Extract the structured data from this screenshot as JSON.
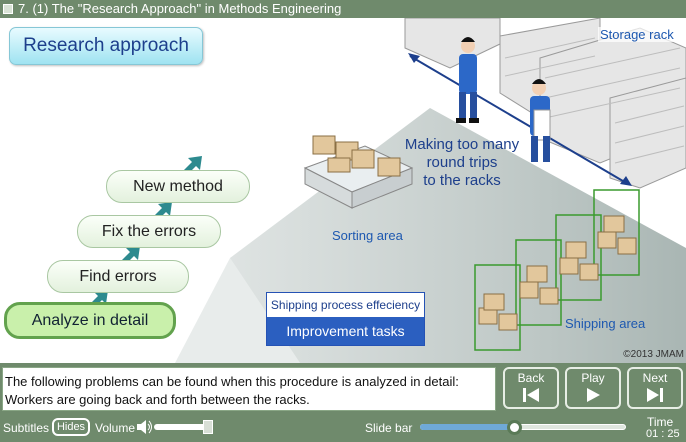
{
  "title": {
    "text": "7.  (1) The \"Research Approach\" in Methods Engineering"
  },
  "badge": "Research approach",
  "steps": [
    "New method",
    "Fix the errors",
    "Find errors",
    "Analyze in detail"
  ],
  "active_step": "Analyze in detail",
  "panel": {
    "line1": "Shipping process effeciency",
    "line2": "Improvement tasks"
  },
  "scene": {
    "storage_rack": "Storage rack",
    "trips": [
      "Making too many",
      "round trips",
      "to the racks"
    ],
    "sorting_area": "Sorting area",
    "shipping_area": "Shipping area"
  },
  "copyright": "©2013 JMAM",
  "description": [
    "The following problems can be found when this procedure is analyzed in detail:",
    "Workers are going back and forth between the racks."
  ],
  "nav": {
    "back": "Back",
    "play": "Play",
    "next": "Next"
  },
  "controls": {
    "subtitles": "Subtitles",
    "hides": "Hides",
    "volume": "Volume",
    "slide_bar": "Slide bar",
    "time_label": "Time",
    "time_value": "01 : 25"
  },
  "progress": {
    "slide_fraction": 0.46,
    "volume_fraction": 0.9
  },
  "colors": {
    "bar": "#6f8a6c",
    "accent_blue": "#2b5fc0",
    "arrow_teal": "#2d8a8f",
    "active_green": "#c9f0ab"
  }
}
